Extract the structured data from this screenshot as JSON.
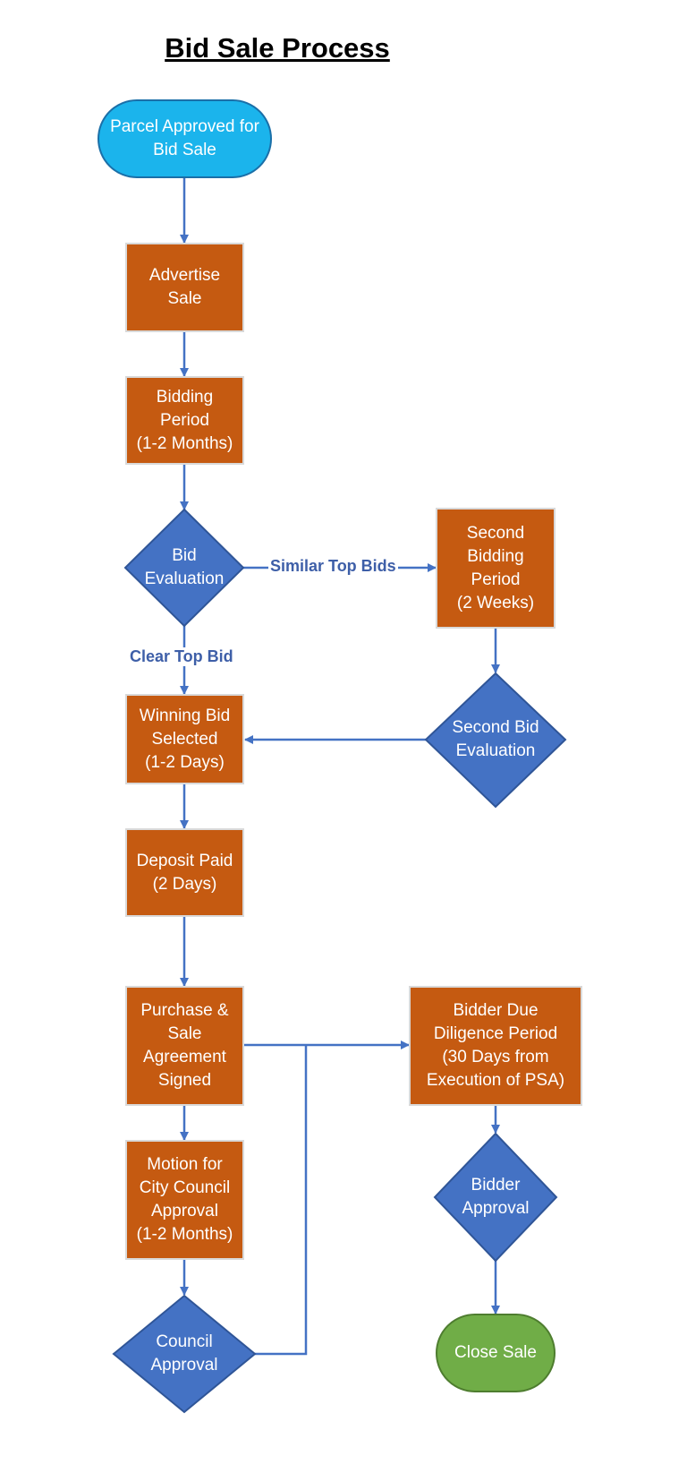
{
  "title": "Bid Sale Process",
  "colors": {
    "start": "#1bb4ec",
    "process": "#c55a11",
    "decision": "#4472c4",
    "end": "#70ad47",
    "line": "#4472c4",
    "label": "#3e5fa8"
  },
  "nodes": {
    "parcel_approved": "Parcel Approved for\nBid Sale",
    "advertise_sale": "Advertise\nSale",
    "bidding_period": "Bidding\nPeriod\n(1-2 Months)",
    "bid_evaluation": "Bid\nEvaluation",
    "second_bidding_period": "Second\nBidding\nPeriod\n(2 Weeks)",
    "second_bid_evaluation": "Second Bid\nEvaluation",
    "winning_bid": "Winning Bid\nSelected\n(1-2 Days)",
    "deposit_paid": "Deposit Paid\n(2 Days)",
    "psa_signed": "Purchase &\nSale\nAgreement\nSigned",
    "due_diligence": "Bidder Due\nDiligence Period\n(30 Days from\nExecution of PSA)",
    "motion_council": "Motion for\nCity Council\nApproval\n(1-2 Months)",
    "bidder_approval": "Bidder\nApproval",
    "council_approval": "Council\nApproval",
    "close_sale": "Close Sale"
  },
  "edge_labels": {
    "similar_top_bids": "Similar Top Bids",
    "clear_top_bid": "Clear Top Bid"
  }
}
